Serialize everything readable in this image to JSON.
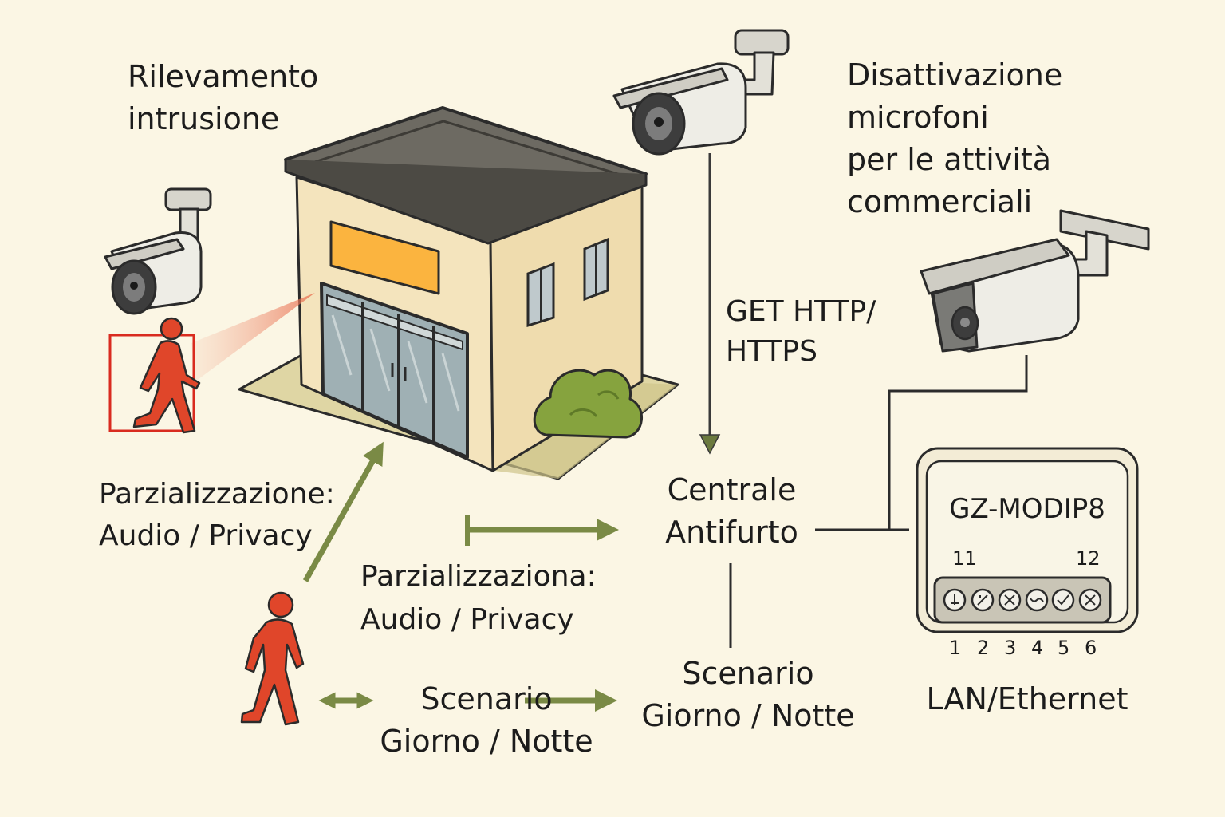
{
  "labels": {
    "intrusion": [
      "Rilevamento",
      "intrusione"
    ],
    "mic_off": [
      "Disattivazione",
      "microfoni",
      "per le attività",
      "commerciali"
    ],
    "get_http": [
      "GET HTTP/",
      "HTTPS"
    ],
    "central": [
      "Centrale",
      "Antifurto"
    ],
    "partial_left": [
      "Parzializzazione:",
      "Audio / Privacy"
    ],
    "partial_center": [
      "Parzializzaziona:",
      "Audio / Privacy"
    ],
    "scenario_left": [
      "Scenario",
      "Giorno / Notte"
    ],
    "scenario_right": [
      "Scenario",
      "Giorno / Notte"
    ]
  },
  "module": {
    "name": "GZ-MODIP8",
    "port_left": "11",
    "port_right": "12",
    "terminals": [
      "1",
      "2",
      "3",
      "4",
      "5",
      "6"
    ],
    "connection": "LAN/Ethernet"
  },
  "colors": {
    "background": "#fbf6e4",
    "arrow": "#7a8a45",
    "person": "#e0462a",
    "building_wall": "#f4e4bd",
    "roof": "#6d6a62",
    "sign": "#fbb43f",
    "bush": "#86a33e",
    "detection_box": "#d92b1f"
  }
}
